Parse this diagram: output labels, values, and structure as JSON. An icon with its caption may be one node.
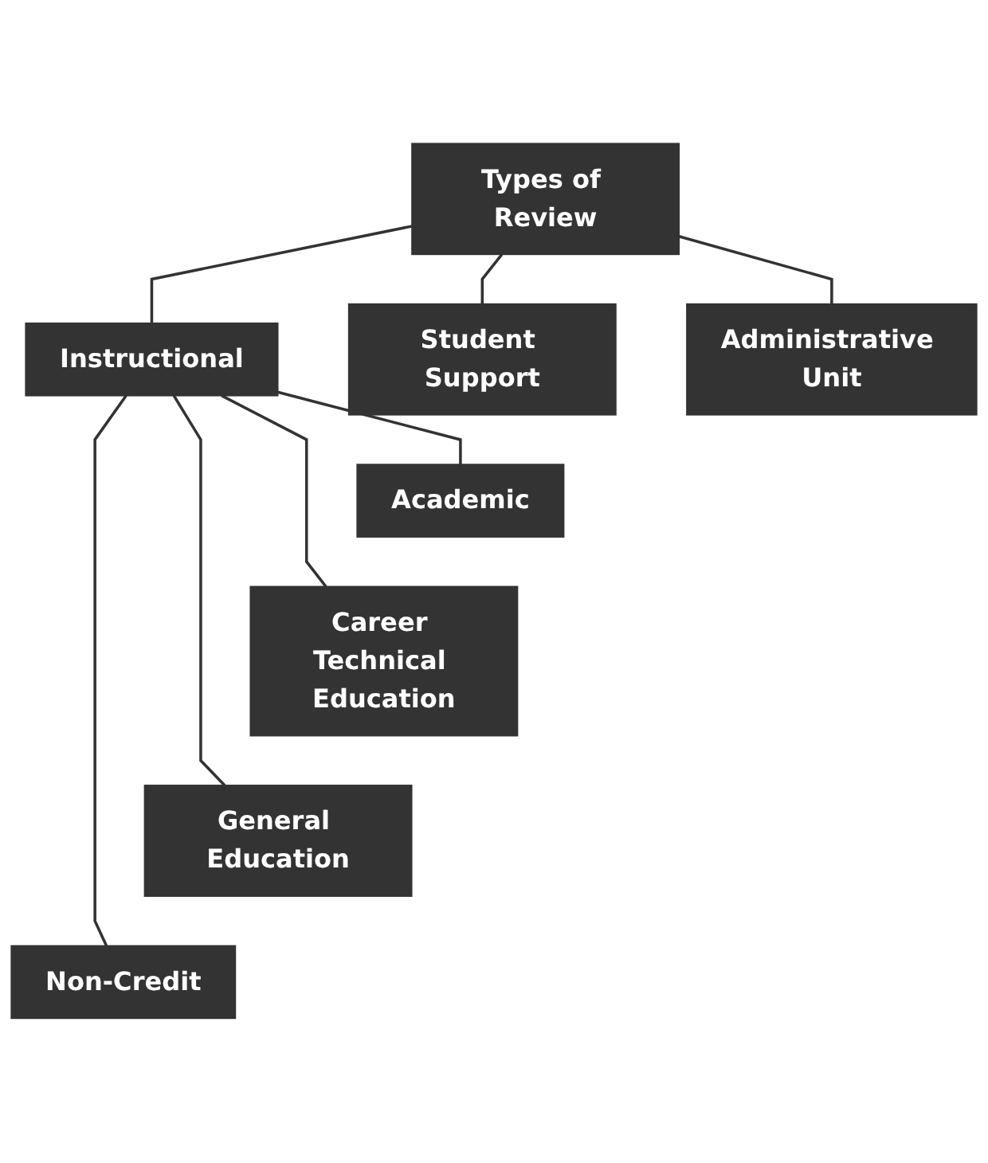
{
  "diagram": {
    "nodes": [
      {
        "text": [
          "Types of Review"
        ]
      },
      {
        "text": [
          "Instructional"
        ]
      },
      {
        "text": [
          "Student Support"
        ]
      },
      {
        "text": [
          "Administrative Unit"
        ]
      },
      {
        "text": [
          "Academic"
        ]
      },
      {
        "text": [
          "Career Technical Education"
        ]
      },
      {
        "text": [
          "General Education"
        ]
      },
      {
        "text": [
          "Non-Credit"
        ]
      }
    ],
    "edges": [
      {
        "from": 0,
        "to": 1,
        "arrow": "none"
      },
      {
        "from": 0,
        "to": 2,
        "arrow": "none"
      },
      {
        "from": 0,
        "to": 3,
        "arrow": "none"
      },
      {
        "from": 1,
        "to": 4,
        "arrow": "none"
      },
      {
        "from": 1,
        "to": 5,
        "arrow": "none"
      },
      {
        "from": 1,
        "to": 6,
        "arrow": "none"
      },
      {
        "from": 1,
        "to": 7,
        "arrow": "none"
      }
    ]
  }
}
